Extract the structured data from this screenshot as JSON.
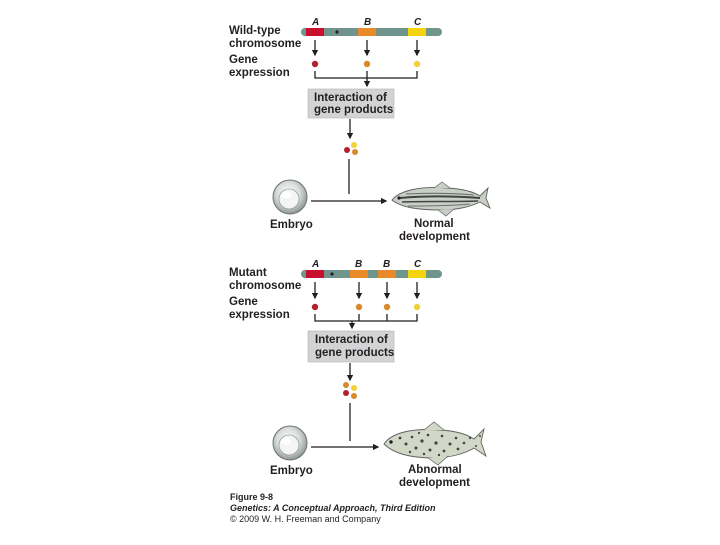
{
  "wildtype": {
    "chromosome_label": [
      "Wild-type",
      "chromosome"
    ],
    "expression_label": [
      "Gene",
      "expression"
    ],
    "genes": [
      "A",
      "B",
      "C"
    ],
    "interaction_label": [
      "Interaction of",
      "gene products"
    ],
    "embryo_label": "Embryo",
    "outcome_label": [
      "Normal",
      "development"
    ]
  },
  "mutant": {
    "chromosome_label": [
      "Mutant",
      "chromosome"
    ],
    "expression_label": [
      "Gene",
      "expression"
    ],
    "genes": [
      "A",
      "B",
      "B",
      "C"
    ],
    "interaction_label": [
      "Interaction of",
      "gene products"
    ],
    "embryo_label": "Embryo",
    "outcome_label": [
      "Abnormal",
      "development"
    ]
  },
  "caption": {
    "figure": "Figure 9-8",
    "book": "Genetics: A Conceptual Approach, Third Edition",
    "copyright": "© 2009 W. H. Freeman and Company"
  },
  "colors": {
    "gene_A": "#c8102e",
    "gene_B": "#e8892a",
    "gene_C": "#f5d40f",
    "chromosome": "#6f958c",
    "dot_A": "#b3202c",
    "dot_B": "#d68a2a",
    "dot_C": "#f0d13a",
    "box_fill": "#d1d3d4"
  }
}
